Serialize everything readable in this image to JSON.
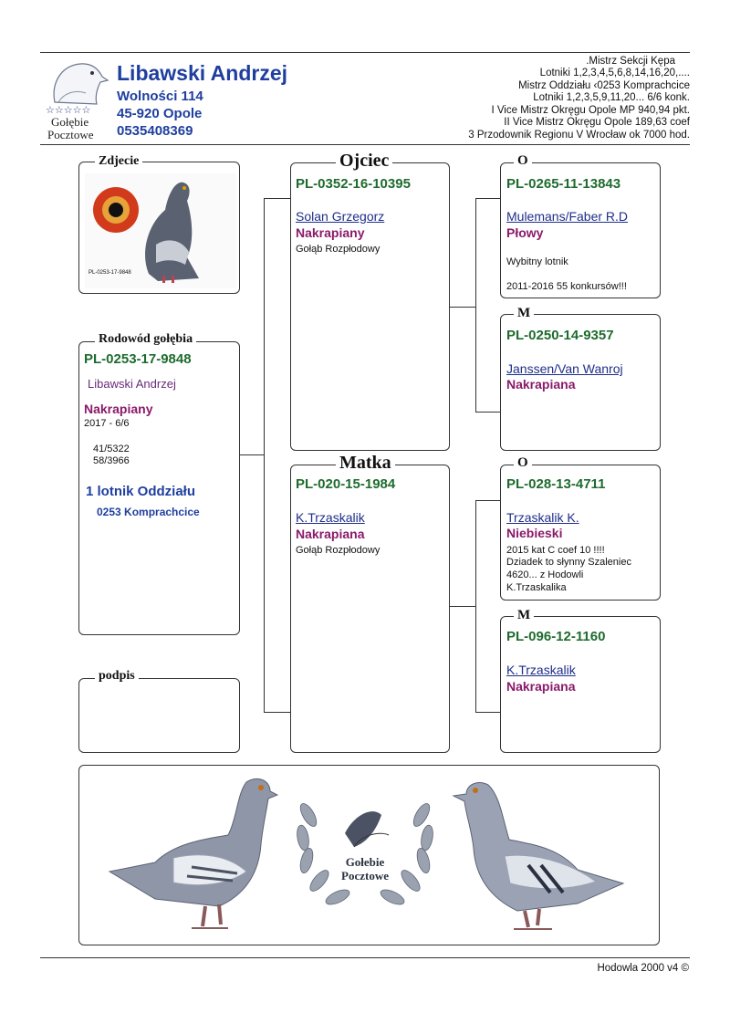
{
  "header": {
    "logo_stars": "☆☆☆☆☆",
    "logo_line1": "Gołębie",
    "logo_line2": "Pocztowe",
    "breeder_name": "Libawski Andrzej",
    "street": "Wolności 114",
    "city": "45-920 Opole",
    "phone": "0535408369",
    "achievements": [
      ".Mistrz  Sekcji  Kępa",
      "Lotniki  1,2,3,4,5,6,8,14,16,20,....",
      "Mistrz  Oddziału ‹0253  Komprachcice",
      "Lotniki  1,2,3,5,9,11,20...  6/6 konk.",
      "I Vice  Mistrz  Okręgu  Opole  MP  940,94 pkt.",
      "II Vice  Mistrz  Okręgu  Opole       189,63 coef",
      "3  Przodownik  Regionu  V  Wrocław ok 7000 hod."
    ]
  },
  "photo": {
    "legend": "Zdjecie",
    "photo_ring": "PL-0253-17-9848"
  },
  "pigeon": {
    "legend": "Rodowód gołębia",
    "ring": "PL-0253-17-9848",
    "owner": "Libawski Andrzej",
    "color": "Nakrapiany",
    "year_note": "2017 - 6/6",
    "results": [
      "41/5322",
      "58/3966"
    ],
    "title": "1 lotnik Oddziału",
    "branch": "0253 Komprachcice"
  },
  "signature": {
    "legend": "podpis"
  },
  "father": {
    "legend": "Ojciec",
    "ring": "PL-0352-16-10395",
    "breeder": "Solan Grzegorz",
    "color": "Nakrapiany",
    "note": "Gołąb Rozpłodowy"
  },
  "mother": {
    "legend": "Matka",
    "ring": "PL-020-15-1984",
    "breeder": "K.Trzaskalik",
    "color": "Nakrapiana",
    "note": "Gołąb Rozpłodowy"
  },
  "ff": {
    "legend": "O",
    "ring": "PL-0265-11-13843",
    "breeder": "Mulemans/Faber R.D",
    "color": "Płowy",
    "note1": "Wybitny lotnik",
    "note2": "2011-2016  55 konkursów!!!"
  },
  "fm": {
    "legend": "M",
    "ring": "PL-0250-14-9357",
    "breeder": "Janssen/Van Wanroj",
    "color": "Nakrapiana"
  },
  "mf": {
    "legend": "O",
    "ring": "PL-028-13-4711",
    "breeder": "Trzaskalik K.",
    "color": "Niebieski",
    "notes": [
      "2015 kat C  coef 10 !!!!",
      "Dziadek to słynny Szaleniec",
      "4620... z Hodowli",
      "K.Trzaskalika"
    ]
  },
  "mm": {
    "legend": "M",
    "ring": "PL-096-12-1160",
    "breeder": "K.Trzaskalik",
    "color": "Nakrapiana"
  },
  "emblem": {
    "line1": "Gołebie",
    "line2": "Pocztowe"
  },
  "footer": {
    "software": "Hodowla 2000 v4 ©"
  }
}
